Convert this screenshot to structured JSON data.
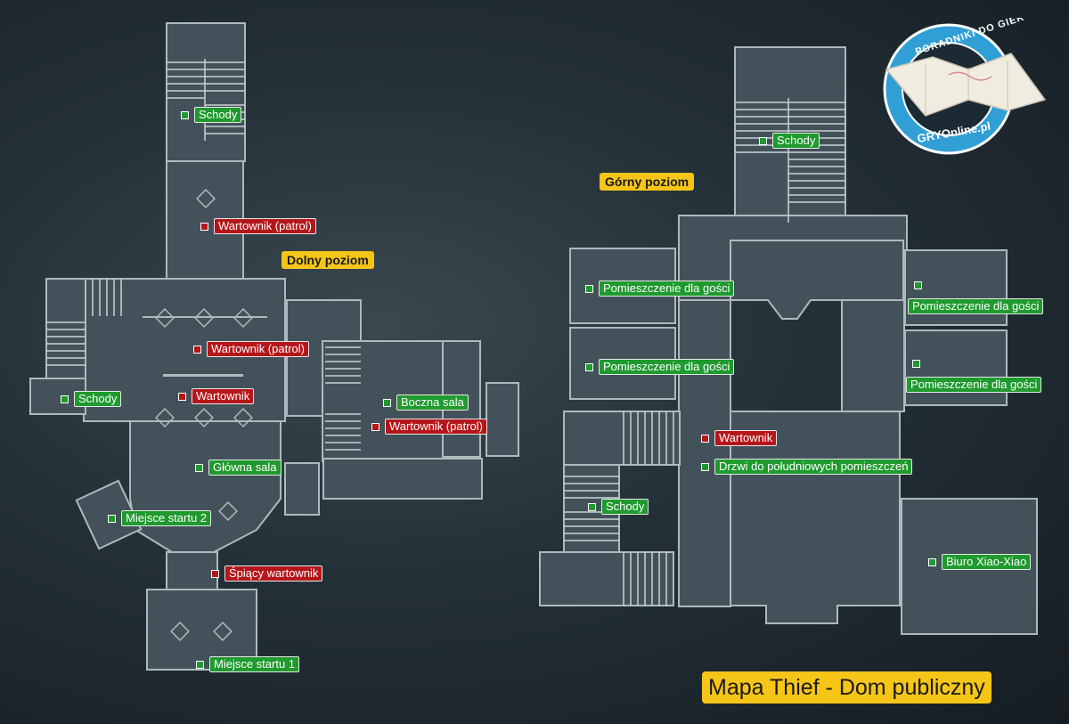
{
  "logo": {
    "text_top": "PORADNIKI DO GIER",
    "text_bottom": "GRYOnline.pl",
    "ring_color": "#2f9fd6"
  },
  "levels": {
    "lower": "Dolny poziom",
    "upper": "Górny poziom"
  },
  "title": "Mapa Thief - Dom publiczny",
  "colors": {
    "ally_marker": "#1f9a2e",
    "enemy_marker": "#b5161a",
    "level_badge": "#f5c518"
  },
  "markers": [
    {
      "type": "green",
      "label": "Schody"
    },
    {
      "type": "red",
      "label": "Wartownik (patrol)"
    },
    {
      "type": "red",
      "label": "Wartownik (patrol)"
    },
    {
      "type": "green",
      "label": "Schody"
    },
    {
      "type": "red",
      "label": "Wartownik"
    },
    {
      "type": "green",
      "label": "Boczna sala"
    },
    {
      "type": "red",
      "label": "Wartownik (patrol)"
    },
    {
      "type": "green",
      "label": "Główna sala"
    },
    {
      "type": "green",
      "label": "Miejsce startu 2"
    },
    {
      "type": "red",
      "label": "Śpiący wartownik"
    },
    {
      "type": "green",
      "label": "Miejsce startu 1"
    },
    {
      "type": "green",
      "label": "Schody"
    },
    {
      "type": "green",
      "label": "Pomieszczenie dla gości"
    },
    {
      "type": "green",
      "label": "Pomieszczenie dla gości"
    },
    {
      "type": "green",
      "label": "Pomieszczenie dla gości"
    },
    {
      "type": "green",
      "label": "Pomieszczenie dla gości"
    },
    {
      "type": "red",
      "label": "Wartownik"
    },
    {
      "type": "green",
      "label": "Drzwi do południowych pomieszczeń"
    },
    {
      "type": "green",
      "label": "Schody"
    },
    {
      "type": "green",
      "label": "Biuro Xiao-Xiao"
    }
  ]
}
